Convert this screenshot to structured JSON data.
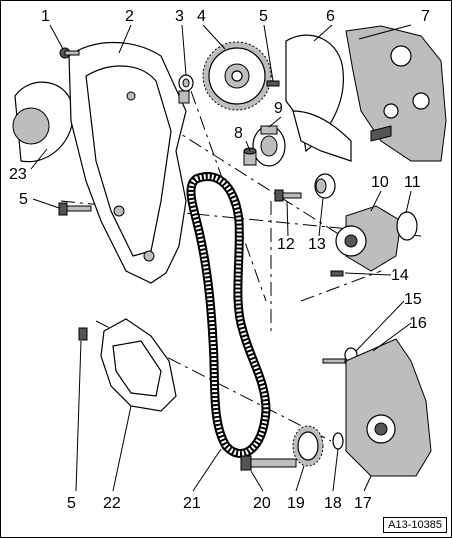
{
  "diagram": {
    "reference_code": "A13-10385",
    "callouts": [
      {
        "id": "c1",
        "label": "1"
      },
      {
        "id": "c2",
        "label": "2"
      },
      {
        "id": "c3",
        "label": "3"
      },
      {
        "id": "c4",
        "label": "4"
      },
      {
        "id": "c5a",
        "label": "5"
      },
      {
        "id": "c6",
        "label": "6"
      },
      {
        "id": "c7",
        "label": "7"
      },
      {
        "id": "c8",
        "label": "8"
      },
      {
        "id": "c9",
        "label": "9"
      },
      {
        "id": "c10",
        "label": "10"
      },
      {
        "id": "c11",
        "label": "11"
      },
      {
        "id": "c12",
        "label": "12"
      },
      {
        "id": "c13",
        "label": "13"
      },
      {
        "id": "c14",
        "label": "14"
      },
      {
        "id": "c15",
        "label": "15"
      },
      {
        "id": "c16",
        "label": "16"
      },
      {
        "id": "c17",
        "label": "17"
      },
      {
        "id": "c18",
        "label": "18"
      },
      {
        "id": "c19",
        "label": "19"
      },
      {
        "id": "c20",
        "label": "20"
      },
      {
        "id": "c21",
        "label": "21"
      },
      {
        "id": "c22",
        "label": "22"
      },
      {
        "id": "c23",
        "label": "23"
      },
      {
        "id": "c5b",
        "label": "5"
      },
      {
        "id": "c5c",
        "label": "5"
      }
    ]
  }
}
